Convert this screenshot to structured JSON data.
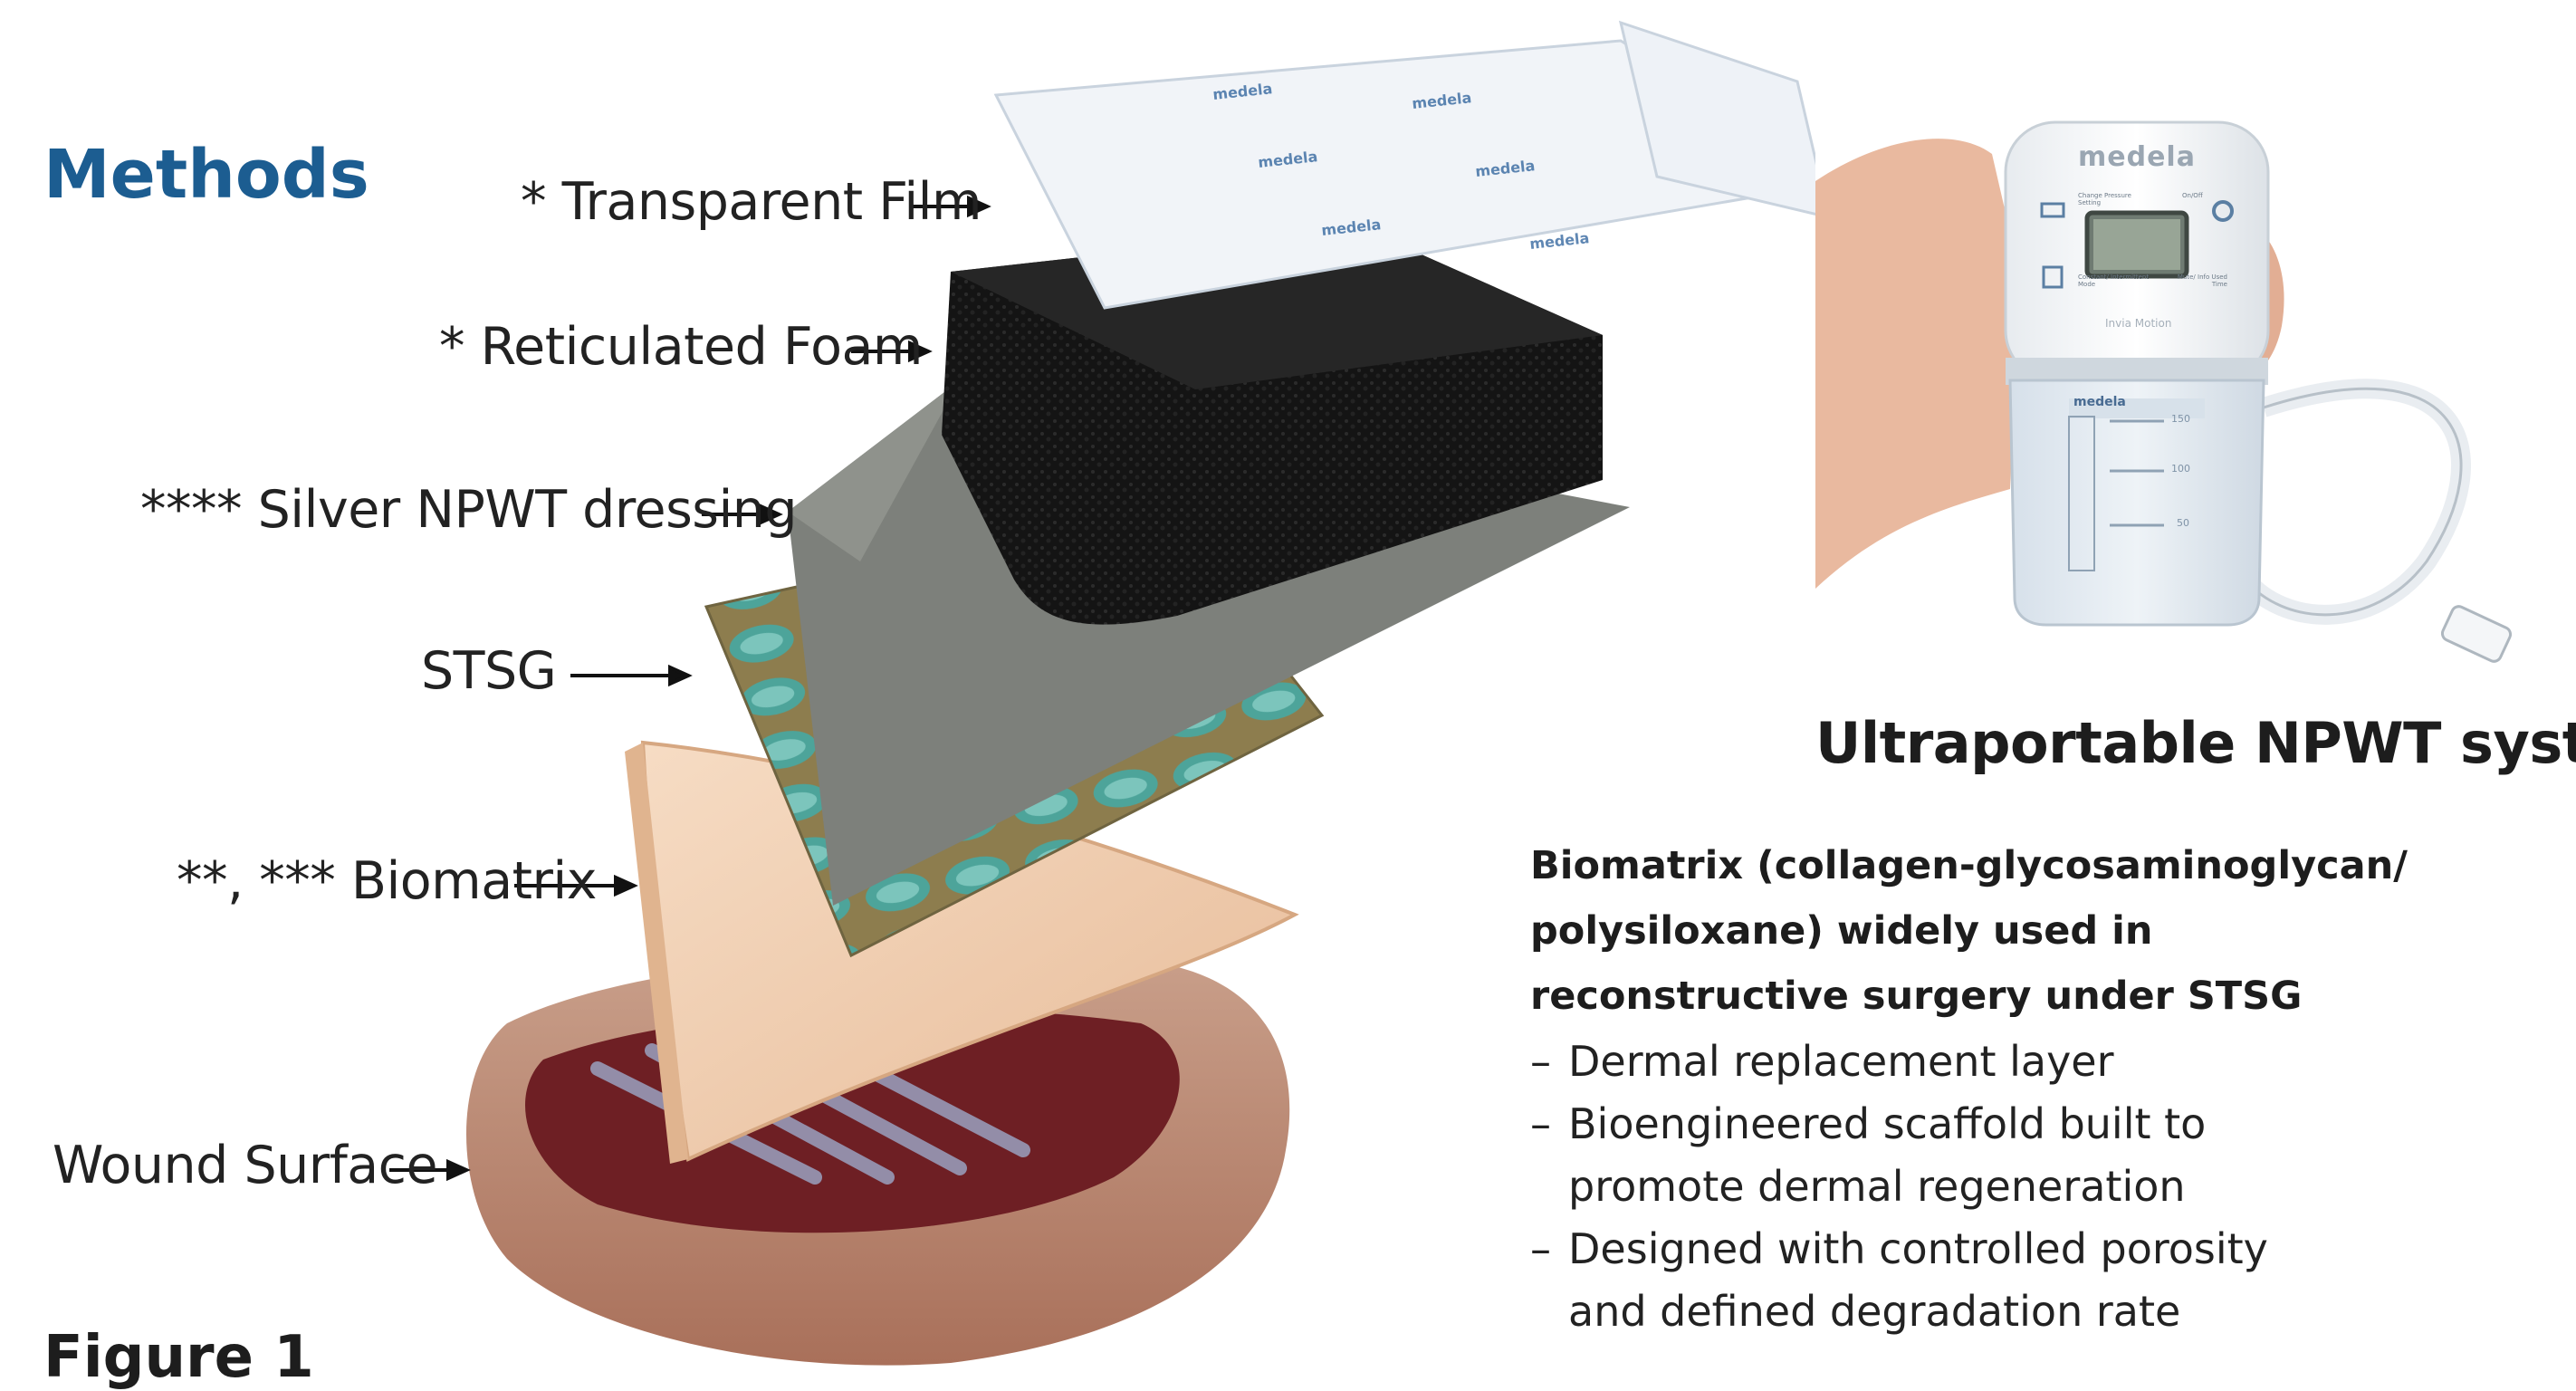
{
  "header": {
    "title": "Methods"
  },
  "layers": [
    {
      "id": "film",
      "label": "* Transparent Film"
    },
    {
      "id": "foam",
      "label": "* Reticulated Foam"
    },
    {
      "id": "silver",
      "label": "**** Silver NPWT dressing"
    },
    {
      "id": "stsg",
      "label": "STSG"
    },
    {
      "id": "biomatrix",
      "label": "**, *** Biomatrix"
    },
    {
      "id": "wound",
      "label": "Wound Surface"
    }
  ],
  "device": {
    "brand": "medela",
    "model": "Invia Motion",
    "buttons": {
      "change_pressure": "Change Pressure Setting",
      "on_off": "On/Off",
      "constant_mode": "Constant/ Intermittent Mode",
      "mute": "Mute/ Info Used Time"
    },
    "canister_marks": [
      "150",
      "100",
      "50"
    ],
    "title": "Ultraportable NPWT system"
  },
  "description": {
    "heading": "Biomatrix (collagen-glycosaminoglycan/ polysiloxane) widely used in reconstructive surgery under STSG",
    "bullets": [
      "Dermal replacement layer",
      "Bioengineered scaffold built to\npromote dermal regeneration",
      "Designed with controlled porosity\nand defined degradation rate"
    ]
  },
  "figure": {
    "label": "Figure 1"
  },
  "colors": {
    "title_blue": "#1c5d91",
    "foam": "#111111",
    "silver_dressing": "#7d807b",
    "film_text": "#2a5f9a",
    "biomatrix": "#f1d3b7",
    "wound": "#b98a78"
  }
}
